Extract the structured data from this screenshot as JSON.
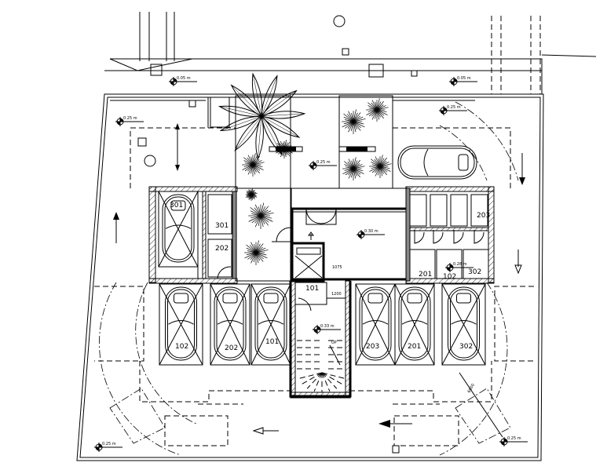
{
  "colors": {
    "line": "#000000",
    "background": "#ffffff",
    "wall_fill": "#888888"
  },
  "parking": {
    "vertical_top_left": "301",
    "bottom_row": [
      "102",
      "202",
      "101",
      "203",
      "201",
      "302"
    ]
  },
  "storage_rooms": {
    "left": [
      "301",
      "202"
    ],
    "right": [
      "203",
      "201",
      "102",
      "302"
    ],
    "stair": "101"
  },
  "levels": [
    "0.05 m",
    "0.05 m",
    "0.25 m",
    "0.25 m",
    "0.25 m",
    "0.30 m",
    "0.28 m",
    "0.33 m",
    "0.25 m",
    "0.25 m"
  ],
  "dimensions": {
    "lift": "1075",
    "corridor": "1200",
    "turning_radius": "6000"
  },
  "stair_label": "UP"
}
